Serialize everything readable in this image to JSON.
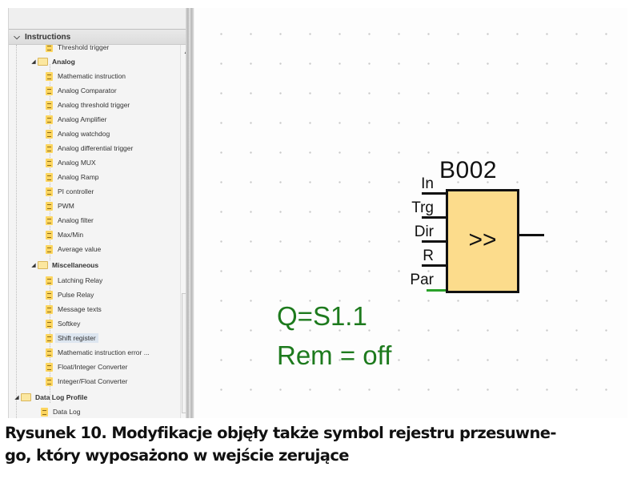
{
  "panel": {
    "section_label": "Instructions",
    "section_expand_icon": "chevron-down-icon",
    "partial_top_item": "Threshold trigger",
    "groups": [
      {
        "label": "Analog",
        "expanded": true,
        "items": [
          "Mathematic instruction",
          "Analog Comparator",
          "Analog threshold trigger",
          "Analog Amplifier",
          "Analog watchdog",
          "Analog differential trigger",
          "Analog MUX",
          "Analog Ramp",
          "PI controller",
          "PWM",
          "Analog filter",
          "Max/Min",
          "Average value"
        ]
      },
      {
        "label": "Miscellaneous",
        "expanded": true,
        "items": [
          "Latching Relay",
          "Pulse Relay",
          "Message texts",
          "Softkey",
          "Shift register",
          "Mathematic instruction error ...",
          "Float/Integer Converter",
          "Integer/Float Converter"
        ],
        "selected_item": "Shift register"
      },
      {
        "label": "Data Log Profile",
        "expanded": true,
        "items": [
          "Data Log"
        ]
      }
    ]
  },
  "block": {
    "id": "B002",
    "symbol": ">>",
    "inputs": [
      "In",
      "Trg",
      "Dir",
      "R",
      "Par"
    ],
    "par_connection_color": "#2aa12a",
    "fill_color": "#fcdc8c"
  },
  "params": {
    "output": "Q=S1.1",
    "retentivity": "Rem = off",
    "color": "#1d7a1d"
  },
  "caption": {
    "line1": "Rysunek 10. Modyfikacje objęły także symbol rejestru przesuwne-",
    "line2": "go, który wyposażono w wejście zerujące"
  }
}
